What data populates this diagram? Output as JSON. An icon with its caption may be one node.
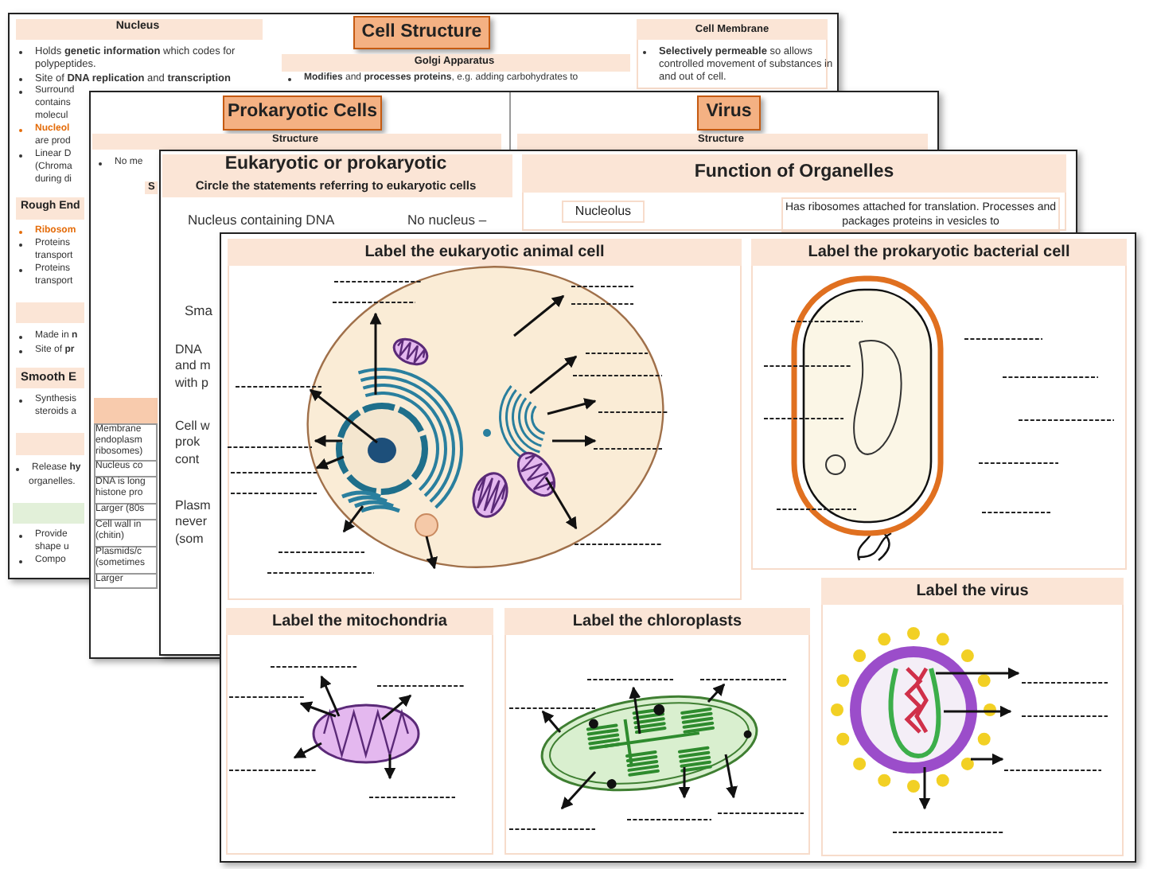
{
  "diagram": {
    "nodes": [
      {
        "text": [
          "Nucleus"
        ]
      },
      {
        "text": [
          "Rough End"
        ]
      },
      {
        "text": [
          "Smooth E"
        ]
      },
      {
        "text": [
          "Cell Structure"
        ]
      },
      {
        "text": [
          "Golgi Apparatus"
        ]
      },
      {
        "text": [
          "Cell Membrane",
          "**Selectively permeable** so allows controlled movement of substances in and out of cell."
        ]
      },
      {
        "text": [
          "Prokaryotic Cells"
        ]
      },
      {
        "text": [
          "Virus"
        ]
      },
      {
        "text": [
          "Structure"
        ]
      },
      {
        "text": [
          "Structure"
        ]
      },
      {
        "text": [
          "Eukaryotic or prokaryotic",
          "Circle the statements referring to eukaryotic cells"
        ]
      },
      {
        "text": [
          "Function of Organelles"
        ]
      },
      {
        "text": [
          "Nucleolus"
        ],
        "in": 11
      },
      {
        "text": [
          "Has ribosomes attached for translation. Processes and packages proteins in vesicles to"
        ],
        "in": 11
      },
      {
        "text": [
          "Label the eukaryotic animal cell"
        ]
      },
      {
        "text": [
          "Label the prokaryotic bacterial cell"
        ]
      },
      {
        "text": [
          "Label the mitochondria"
        ]
      },
      {
        "text": [
          "Label the chloroplasts"
        ]
      },
      {
        "text": [
          "Label the virus"
        ]
      },
      {
        "text": [],
        "shape": "bar"
      },
      {
        "text": [],
        "shape": "bar"
      },
      {
        "text": [],
        "shape": "bar"
      },
      {
        "text": [],
        "shape": "bar"
      }
    ],
    "labels": [
      "Holds **genetic information** which codes for polypeptides.",
      "Site of **DNA replication** and **transcription**",
      "Surround",
      "contains",
      "molecul",
      "Nucleol",
      "are prod",
      "Linear D",
      "(Chroma",
      "during di",
      "Ribosom",
      "Proteins",
      "transport",
      "Proteins",
      "transport",
      "Made in **n**",
      "Site of **pr**",
      "Synthesis",
      "steroids a",
      "Release **hy**",
      "organelles.",
      "Provide",
      "shape u",
      "Compo",
      "**Modifies** and **processes proteins**, e.g. adding carbohydrates to",
      "No me",
      "S",
      "Membrane endoplasm ribosomes)",
      "Nucleus co",
      "DNA is long histone pro",
      "Larger (80s",
      "Cell wall in (chitin)",
      "Plasmids/c (sometimes",
      "Larger",
      "Nucleus containing DNA",
      "No nucleus –",
      "Sma",
      "DNA and m with p",
      "Cell w prok cont",
      "Plasm never (som"
    ]
  }
}
